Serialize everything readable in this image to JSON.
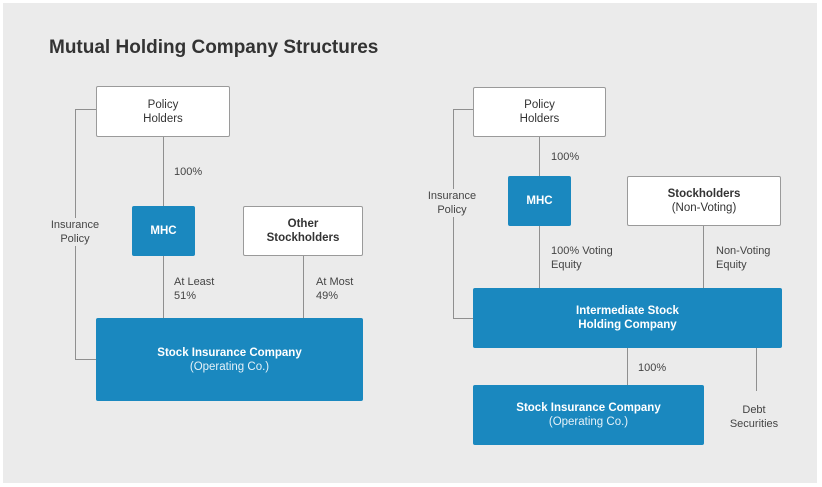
{
  "title": "Mutual Holding Company Structures",
  "colors": {
    "accent": "#1a88bf",
    "background": "#ebebeb",
    "line": "#8f8f8f"
  },
  "left": {
    "policy_holders": [
      "Policy",
      "Holders"
    ],
    "mhc": "MHC",
    "other_stockholders": [
      "Other",
      "Stockholders"
    ],
    "stock_insurance": {
      "name": "Stock Insurance Company",
      "sub": "(Operating Co.)"
    },
    "pct_100": "100%",
    "insurance_policy": [
      "Insurance",
      "Policy"
    ],
    "at_least": [
      "At Least",
      "51%"
    ],
    "at_most": [
      "At Most",
      "49%"
    ]
  },
  "right": {
    "policy_holders": [
      "Policy",
      "Holders"
    ],
    "mhc": "MHC",
    "stockholders": [
      "Stockholders",
      "(Non-Voting)"
    ],
    "intermediate": [
      "Intermediate Stock",
      "Holding Company"
    ],
    "stock_insurance": {
      "name": "Stock Insurance Company",
      "sub": "(Operating Co.)"
    },
    "pct_100_top": "100%",
    "insurance_policy": [
      "Insurance",
      "Policy"
    ],
    "voting_equity": [
      "100% Voting",
      "Equity"
    ],
    "non_voting_equity": [
      "Non-Voting",
      "Equity"
    ],
    "pct_100_bottom": "100%",
    "debt_securities": [
      "Debt",
      "Securities"
    ]
  }
}
